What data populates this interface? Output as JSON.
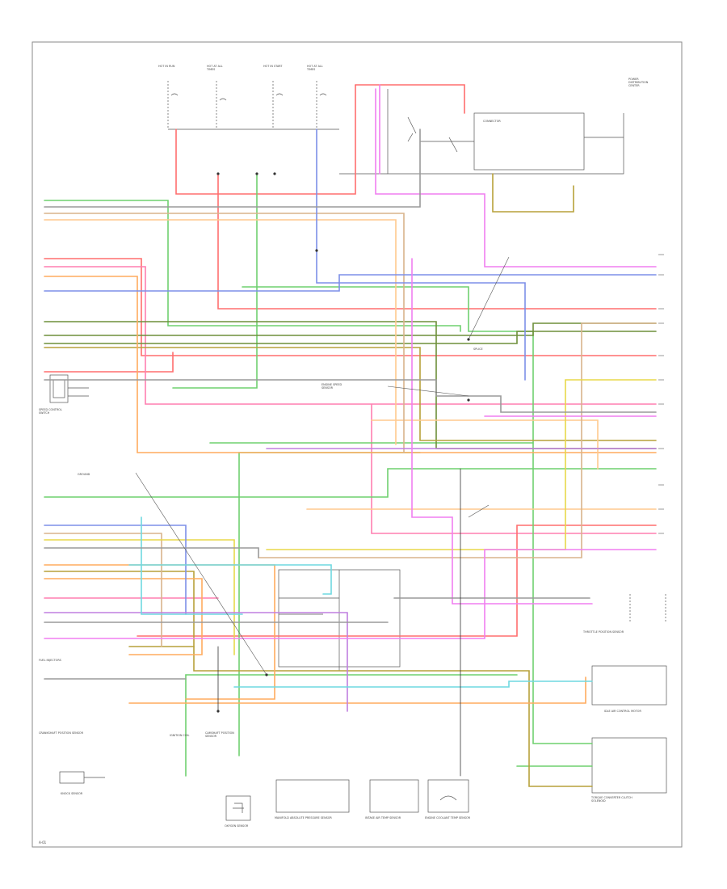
{
  "diagram": {
    "page_number": "A-01",
    "colors": {
      "red": "#ff6e6e",
      "pink": "#ff7fb0",
      "green": "#6fd06f",
      "dark_green": "#6e8f3a",
      "olive": "#b7a13a",
      "orange": "#ffab5e",
      "light_orange": "#ffc98e",
      "tan": "#d9b48c",
      "yellow": "#e8d84a",
      "blue": "#7d8fe8",
      "violet": "#c07fe0",
      "magenta": "#f07ff0",
      "cyan": "#6fd9e0",
      "gray": "#9a9a9a",
      "black": "#333333"
    },
    "labels": {
      "top_fuses": [
        "HOT IN RUN",
        "HOT AT ALL TIMES",
        "HOT IN START",
        "HOT AT ALL TIMES"
      ],
      "power_dist": "POWER DISTRIBUTION CENTER",
      "pcm_top": "CONNECTOR",
      "left_switch": "SPEED CONTROL SWITCH",
      "engine_speed": "ENGINE SPEED SENSOR",
      "left_grounds": "GROUND",
      "injector_block": "FUEL INJECTORS",
      "crank": "CRANKSHAFT POSITION SENSOR",
      "knock": "KNOCK SENSOR",
      "cam": "CAMSHAFT POSITION SENSOR",
      "splice": "SPLICE",
      "right_block_1": "THROTTLE POSITION SENSOR",
      "right_block_2": "IDLE AIR CONTROL MOTOR",
      "right_block_3": "TORQUE CONVERTER CLUTCH SOLENOID",
      "bottom_1": "OXYGEN SENSOR",
      "bottom_2": "MANIFOLD ABSOLUTE PRESSURE SENSOR",
      "bottom_3": "INTAKE AIR TEMP SENSOR",
      "bottom_4": "ENGINE COOLANT TEMP SENSOR",
      "bottom_left": "IGNITION COIL"
    }
  }
}
